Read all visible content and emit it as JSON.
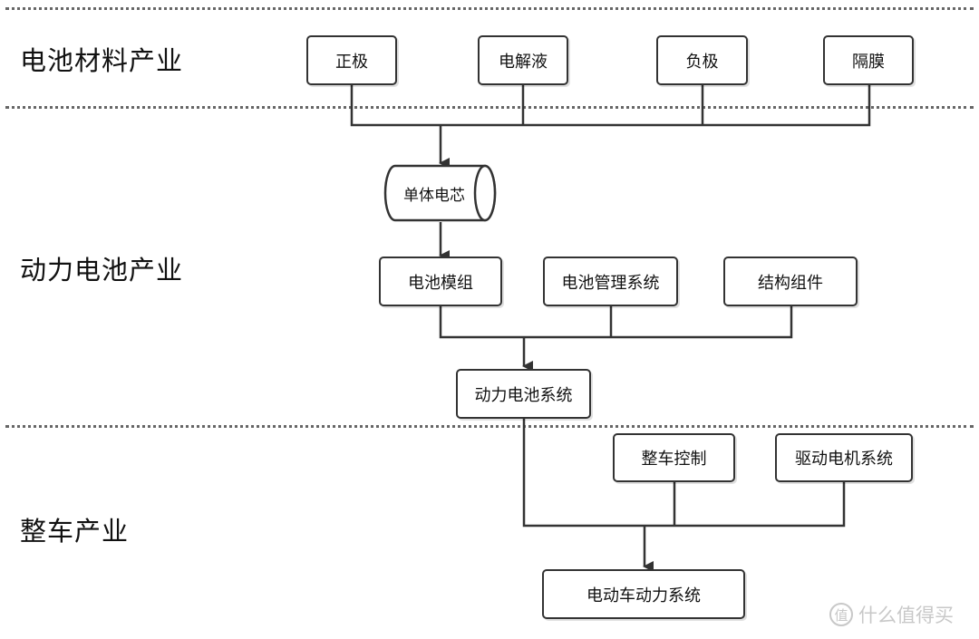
{
  "sections": {
    "materials": "电池材料产业",
    "battery": "动力电池产业",
    "vehicle": "整车产业"
  },
  "nodes": {
    "cathode": "正极",
    "electrolyte": "电解液",
    "anode": "负极",
    "separator": "隔膜",
    "cell": "单体电芯",
    "module": "电池模组",
    "bms": "电池管理系统",
    "structure": "结构组件",
    "pack": "动力电池系统",
    "vcu": "整车控制",
    "motor": "驱动电机系统",
    "powertrain": "电动车动力系统"
  },
  "watermark": {
    "icon_glyph": "值",
    "text": "什么值得买"
  }
}
